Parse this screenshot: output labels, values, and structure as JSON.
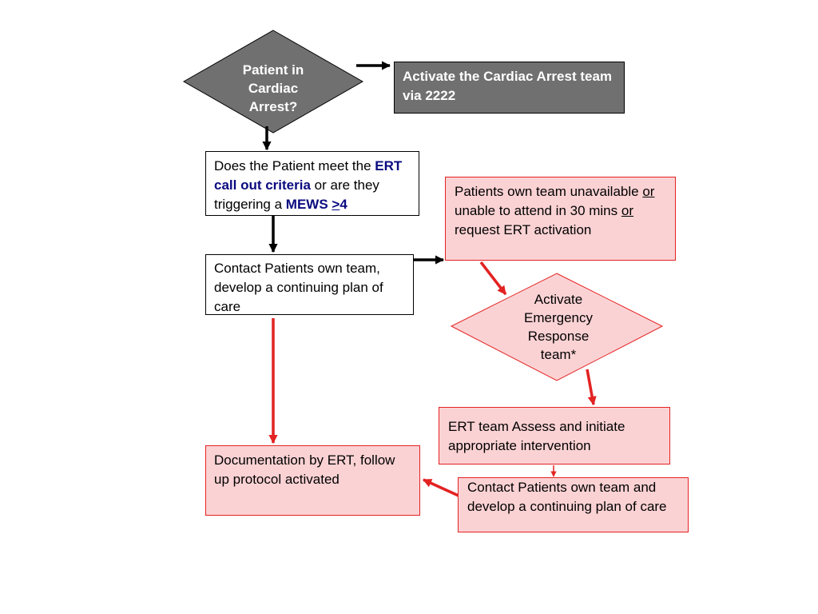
{
  "nodes": {
    "cardiac_arrest_decision": {
      "lines": [
        "Patient in",
        "Cardiac",
        "Arrest?"
      ]
    },
    "activate_cardiac_team": {
      "text": "Activate the Cardiac Arrest team via 2222"
    },
    "meet_ert_criteria": {
      "part1": "Does the Patient meet the ",
      "part2": "ERT call out criteria",
      "part3": " or are they triggering a ",
      "part4": "MEWS ",
      "part5": ">",
      "part6": "4"
    },
    "contact_own_team": {
      "text": "Contact Patients own team,  develop a continuing plan of care"
    },
    "own_team_unavailable": {
      "part1": "Patients own team unavailable ",
      "part2": "or",
      "part3": " unable to attend in 30 mins ",
      "part4": "or",
      "part5": " request ERT activation"
    },
    "activate_ert_decision": {
      "lines": [
        "Activate",
        "Emergency",
        "Response",
        "team*"
      ]
    },
    "ert_assess": {
      "text": "ERT team Assess and initiate appropriate intervention"
    },
    "documentation": {
      "text": "Documentation by ERT, follow up protocol activated"
    },
    "contact_own_team_continue": {
      "text": "Contact Patients own team and develop a continuing plan of care"
    }
  },
  "colors": {
    "grey_fill": "#707070",
    "pink_fill": "#fbd2d4",
    "red": "#e32222",
    "navy": "#0a0a80"
  }
}
